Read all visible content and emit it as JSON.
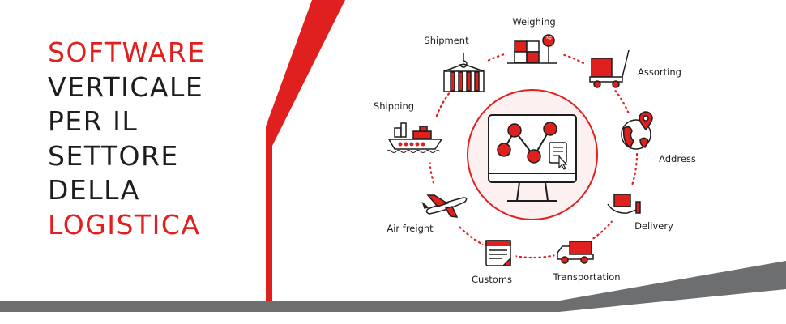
{
  "headline": {
    "lines": [
      "SOFTWARE",
      "VERTICALE",
      "PER IL",
      "SETTORE",
      "DELLA",
      "LOGISTICA"
    ]
  },
  "diagram": {
    "steps": [
      "Weighing",
      "Assorting",
      "Address",
      "Delivery",
      "Transportation",
      "Customs",
      "Air freight",
      "Shipping",
      "Shipment"
    ],
    "weight_badge": "Kg"
  },
  "colors": {
    "accent": "#e0201e",
    "gray": "#6d6e70",
    "ink": "#1d1d1b"
  }
}
